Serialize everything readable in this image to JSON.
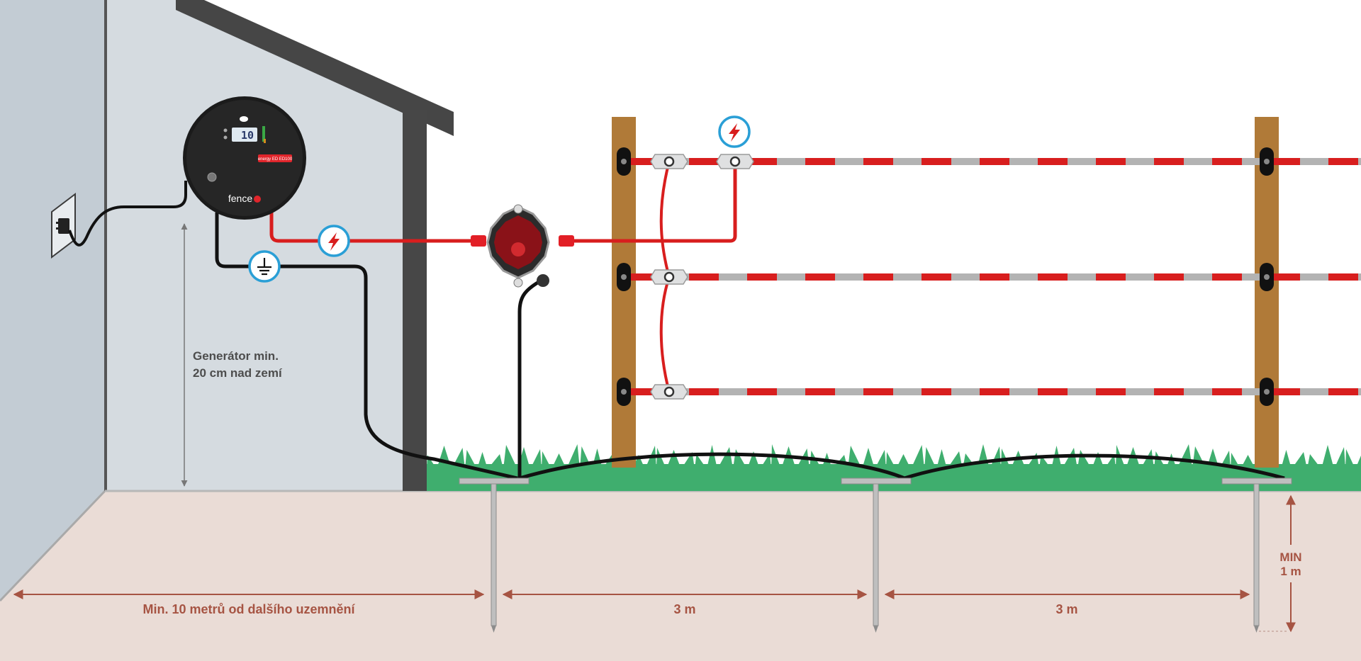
{
  "colors": {
    "wall_side": "#c3ccd4",
    "wall_front": "#d5dbe0",
    "roof": "#464646",
    "ground": "#eadcd6",
    "grass": "#3fae6e",
    "post": "#b07a38",
    "live_wire": "#d81e1e",
    "tape_gray": "#b3b3b3",
    "ground_wire": "#111111",
    "annotation": "#a65443",
    "badge_ring": "#2a9fd6"
  },
  "icons": {
    "live_symbol": "lightning-bolt",
    "earth_symbol": "earth-ground"
  },
  "energizer": {
    "brand": "fence",
    "model_badge": "energy ED ED100",
    "display_value": "10"
  },
  "labels": {
    "generator_height_line1": "Generátor min.",
    "generator_height_line2": "20 cm nad zemí",
    "distance_other_earth": "Min. 10 metrů od dalšího uzemnění",
    "spacing_1": "3 m",
    "spacing_2": "3 m",
    "depth_line1": "MIN",
    "depth_line2": "1 m"
  }
}
